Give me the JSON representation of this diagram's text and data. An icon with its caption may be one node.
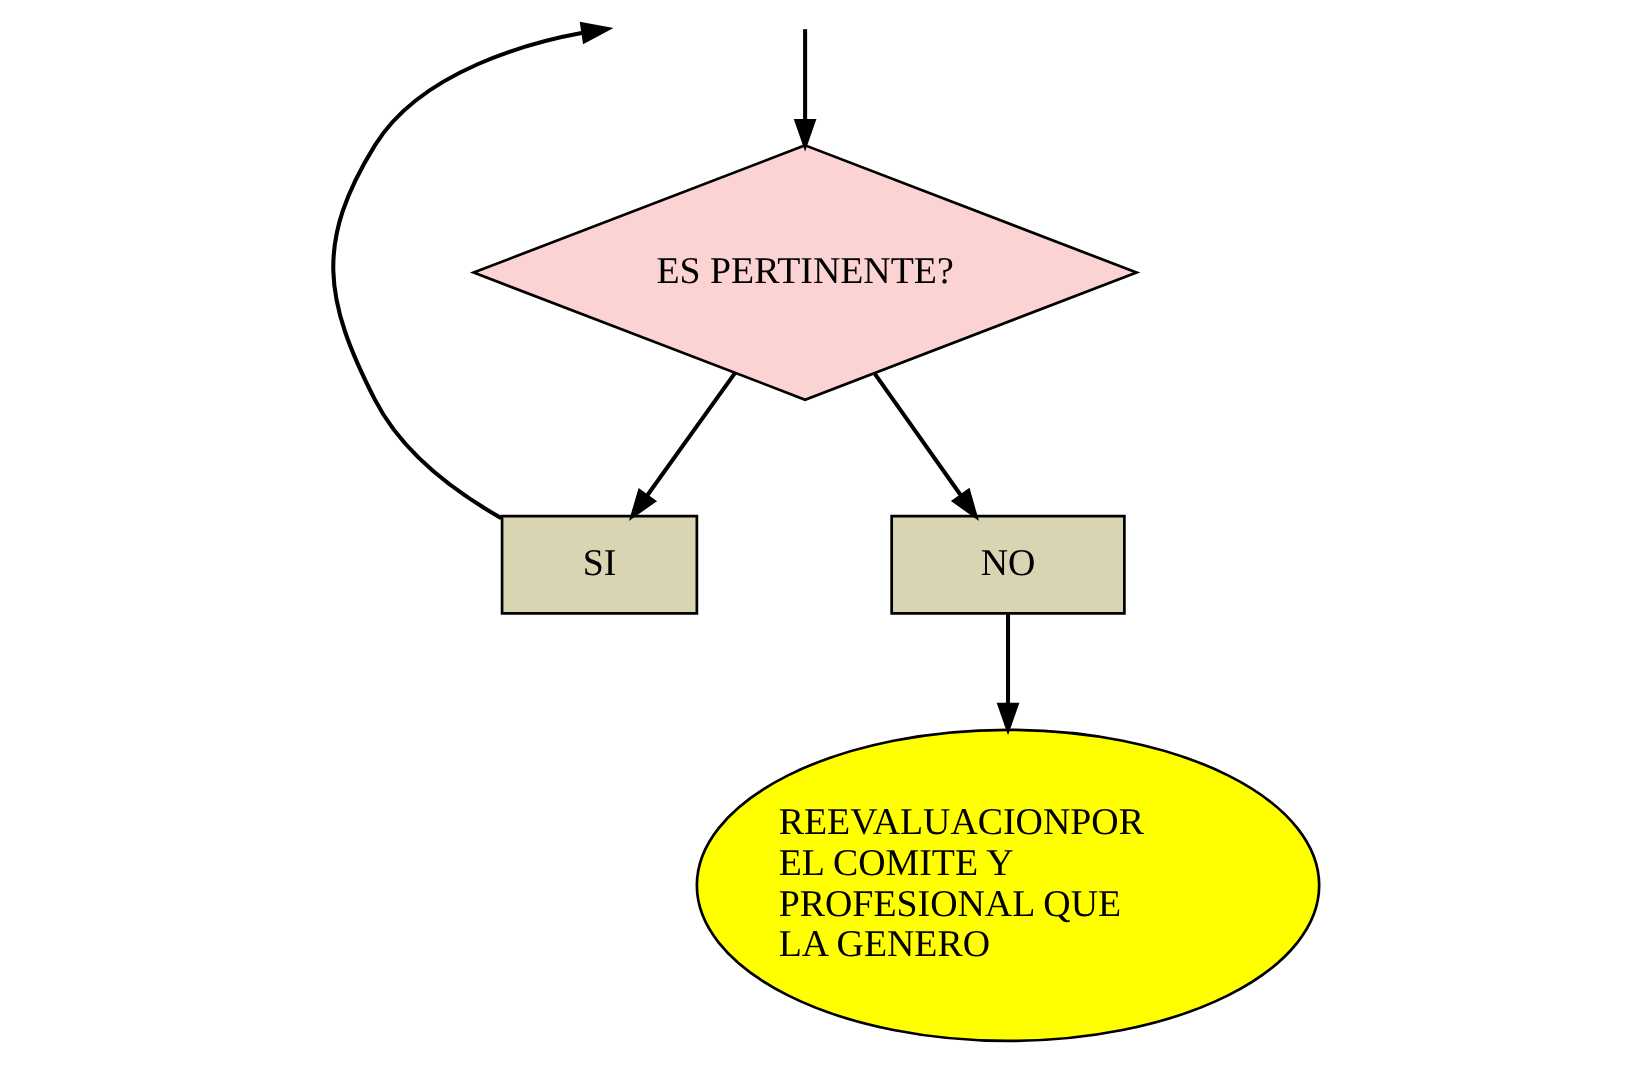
{
  "diagram": {
    "nodes": [
      {
        "text": [
          "ES PERTINENTE?"
        ]
      },
      {
        "text": [
          "SI"
        ]
      },
      {
        "text": [
          "NO"
        ]
      },
      {
        "text": [
          "REEVALUACIONPOR EL COMITE Y PROFESIONAL QUE LA GENERO"
        ]
      }
    ],
    "edges": [
      {
        "from": null,
        "to": 0,
        "arrow": "to"
      },
      {
        "from": 0,
        "to": 1,
        "arrow": "to"
      },
      {
        "from": 0,
        "to": 2,
        "arrow": "to"
      },
      {
        "from": 2,
        "to": 3,
        "arrow": "to"
      },
      {
        "from": 1,
        "to": null,
        "arrow": "to"
      }
    ]
  }
}
